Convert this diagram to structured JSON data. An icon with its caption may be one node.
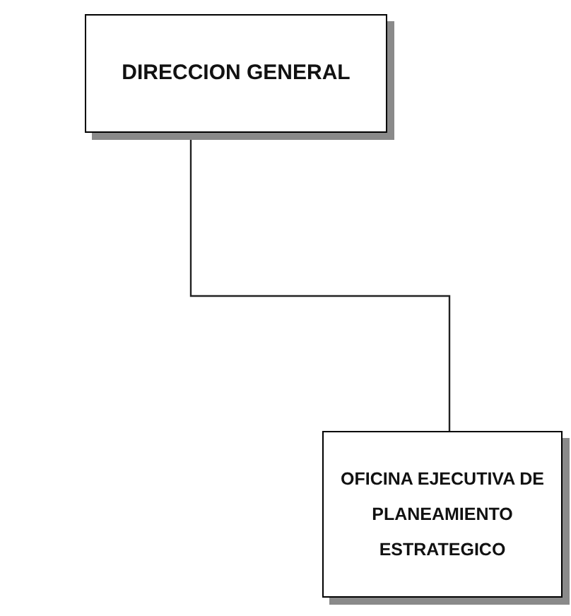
{
  "diagram": {
    "nodes": [
      {
        "text": [
          "DIRECCION GENERAL"
        ]
      },
      {
        "text": [
          "OFICINA EJECUTIVA DE PLANEAMIENTO ESTRATEGICO"
        ]
      }
    ],
    "edges": [
      {
        "from": 0,
        "to": 1,
        "arrow": "none"
      }
    ]
  }
}
